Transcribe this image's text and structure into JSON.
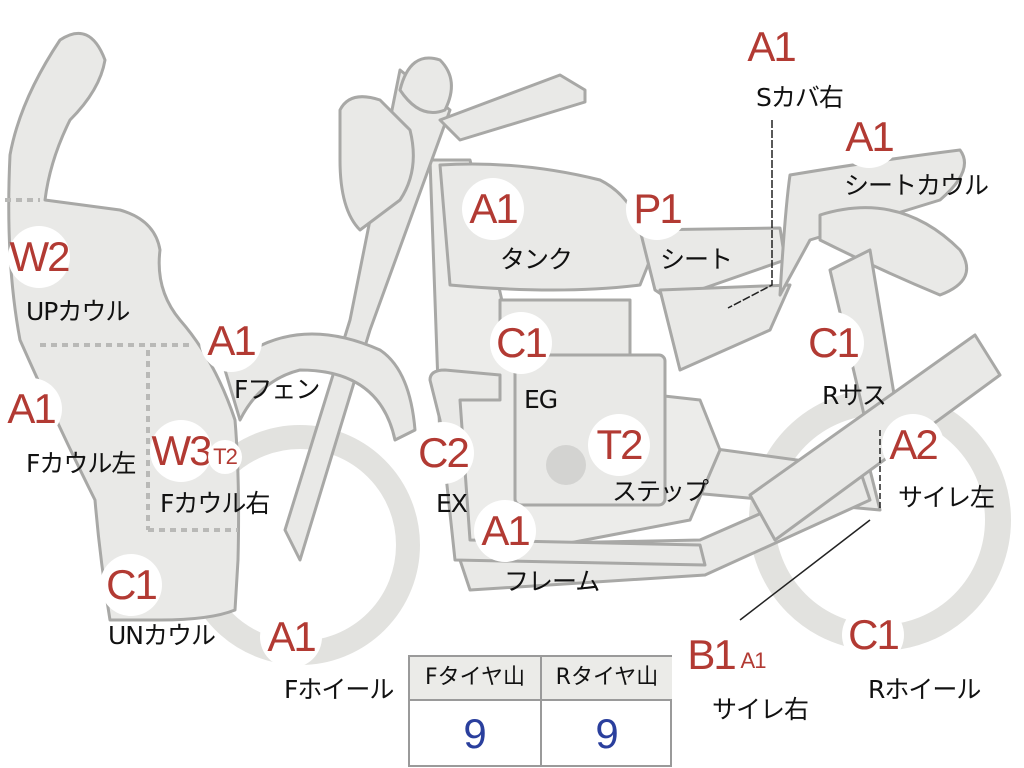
{
  "parts": {
    "s_cover_right": {
      "grade": "A1",
      "name": "Sカバ右"
    },
    "seat_cowl": {
      "grade": "A1",
      "name": "シートカウル"
    },
    "tank": {
      "grade": "A1",
      "name": "タンク"
    },
    "seat": {
      "grade": "P1",
      "name": "シート"
    },
    "up_cowl": {
      "grade": "W2",
      "name": "UPカウル"
    },
    "front_fender": {
      "grade": "A1",
      "name": "Fフェン"
    },
    "engine": {
      "grade": "C1",
      "name": "EG"
    },
    "rear_suspension": {
      "grade": "C1",
      "name": "Rサス"
    },
    "front_cowl_left": {
      "grade": "A1",
      "name": "Fカウル左"
    },
    "front_cowl_right": {
      "grade": "W3",
      "grade_extra": "T2",
      "name": "Fカウル右"
    },
    "exhaust": {
      "grade": "C2",
      "name": "EX"
    },
    "step": {
      "grade": "T2",
      "name": "ステップ"
    },
    "side_cover_left": {
      "grade": "A2",
      "name": "サイレ左"
    },
    "frame": {
      "grade": "A1",
      "name": "フレーム"
    },
    "under_cowl": {
      "grade": "C1",
      "name": "UNカウル"
    },
    "front_wheel": {
      "grade": "A1",
      "name": "Fホイール"
    },
    "side_cover_right": {
      "grade": "B1",
      "grade_extra": "A1",
      "name": "サイレ右"
    },
    "rear_wheel": {
      "grade": "C1",
      "name": "Rホイール"
    }
  },
  "tire_table": {
    "front_header": "Fタイヤ山",
    "rear_header": "Rタイヤ山",
    "front_value": "9",
    "rear_value": "9"
  },
  "colors": {
    "part_fill": "#e9e9e7",
    "part_stroke": "#a8a8a6",
    "grade_text": "#b23a33",
    "tire_value": "#2a3f9d"
  }
}
